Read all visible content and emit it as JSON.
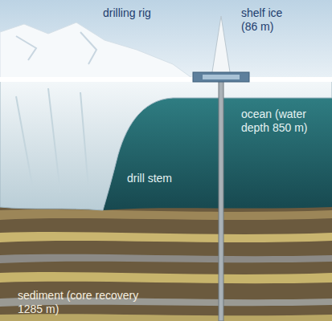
{
  "diagram": {
    "labels": [
      "drilling rig",
      "shelf ice (86 m)",
      "ocean (water depth 850 m)",
      "drill stem",
      "sediment (core recovery 1285 m)"
    ]
  }
}
